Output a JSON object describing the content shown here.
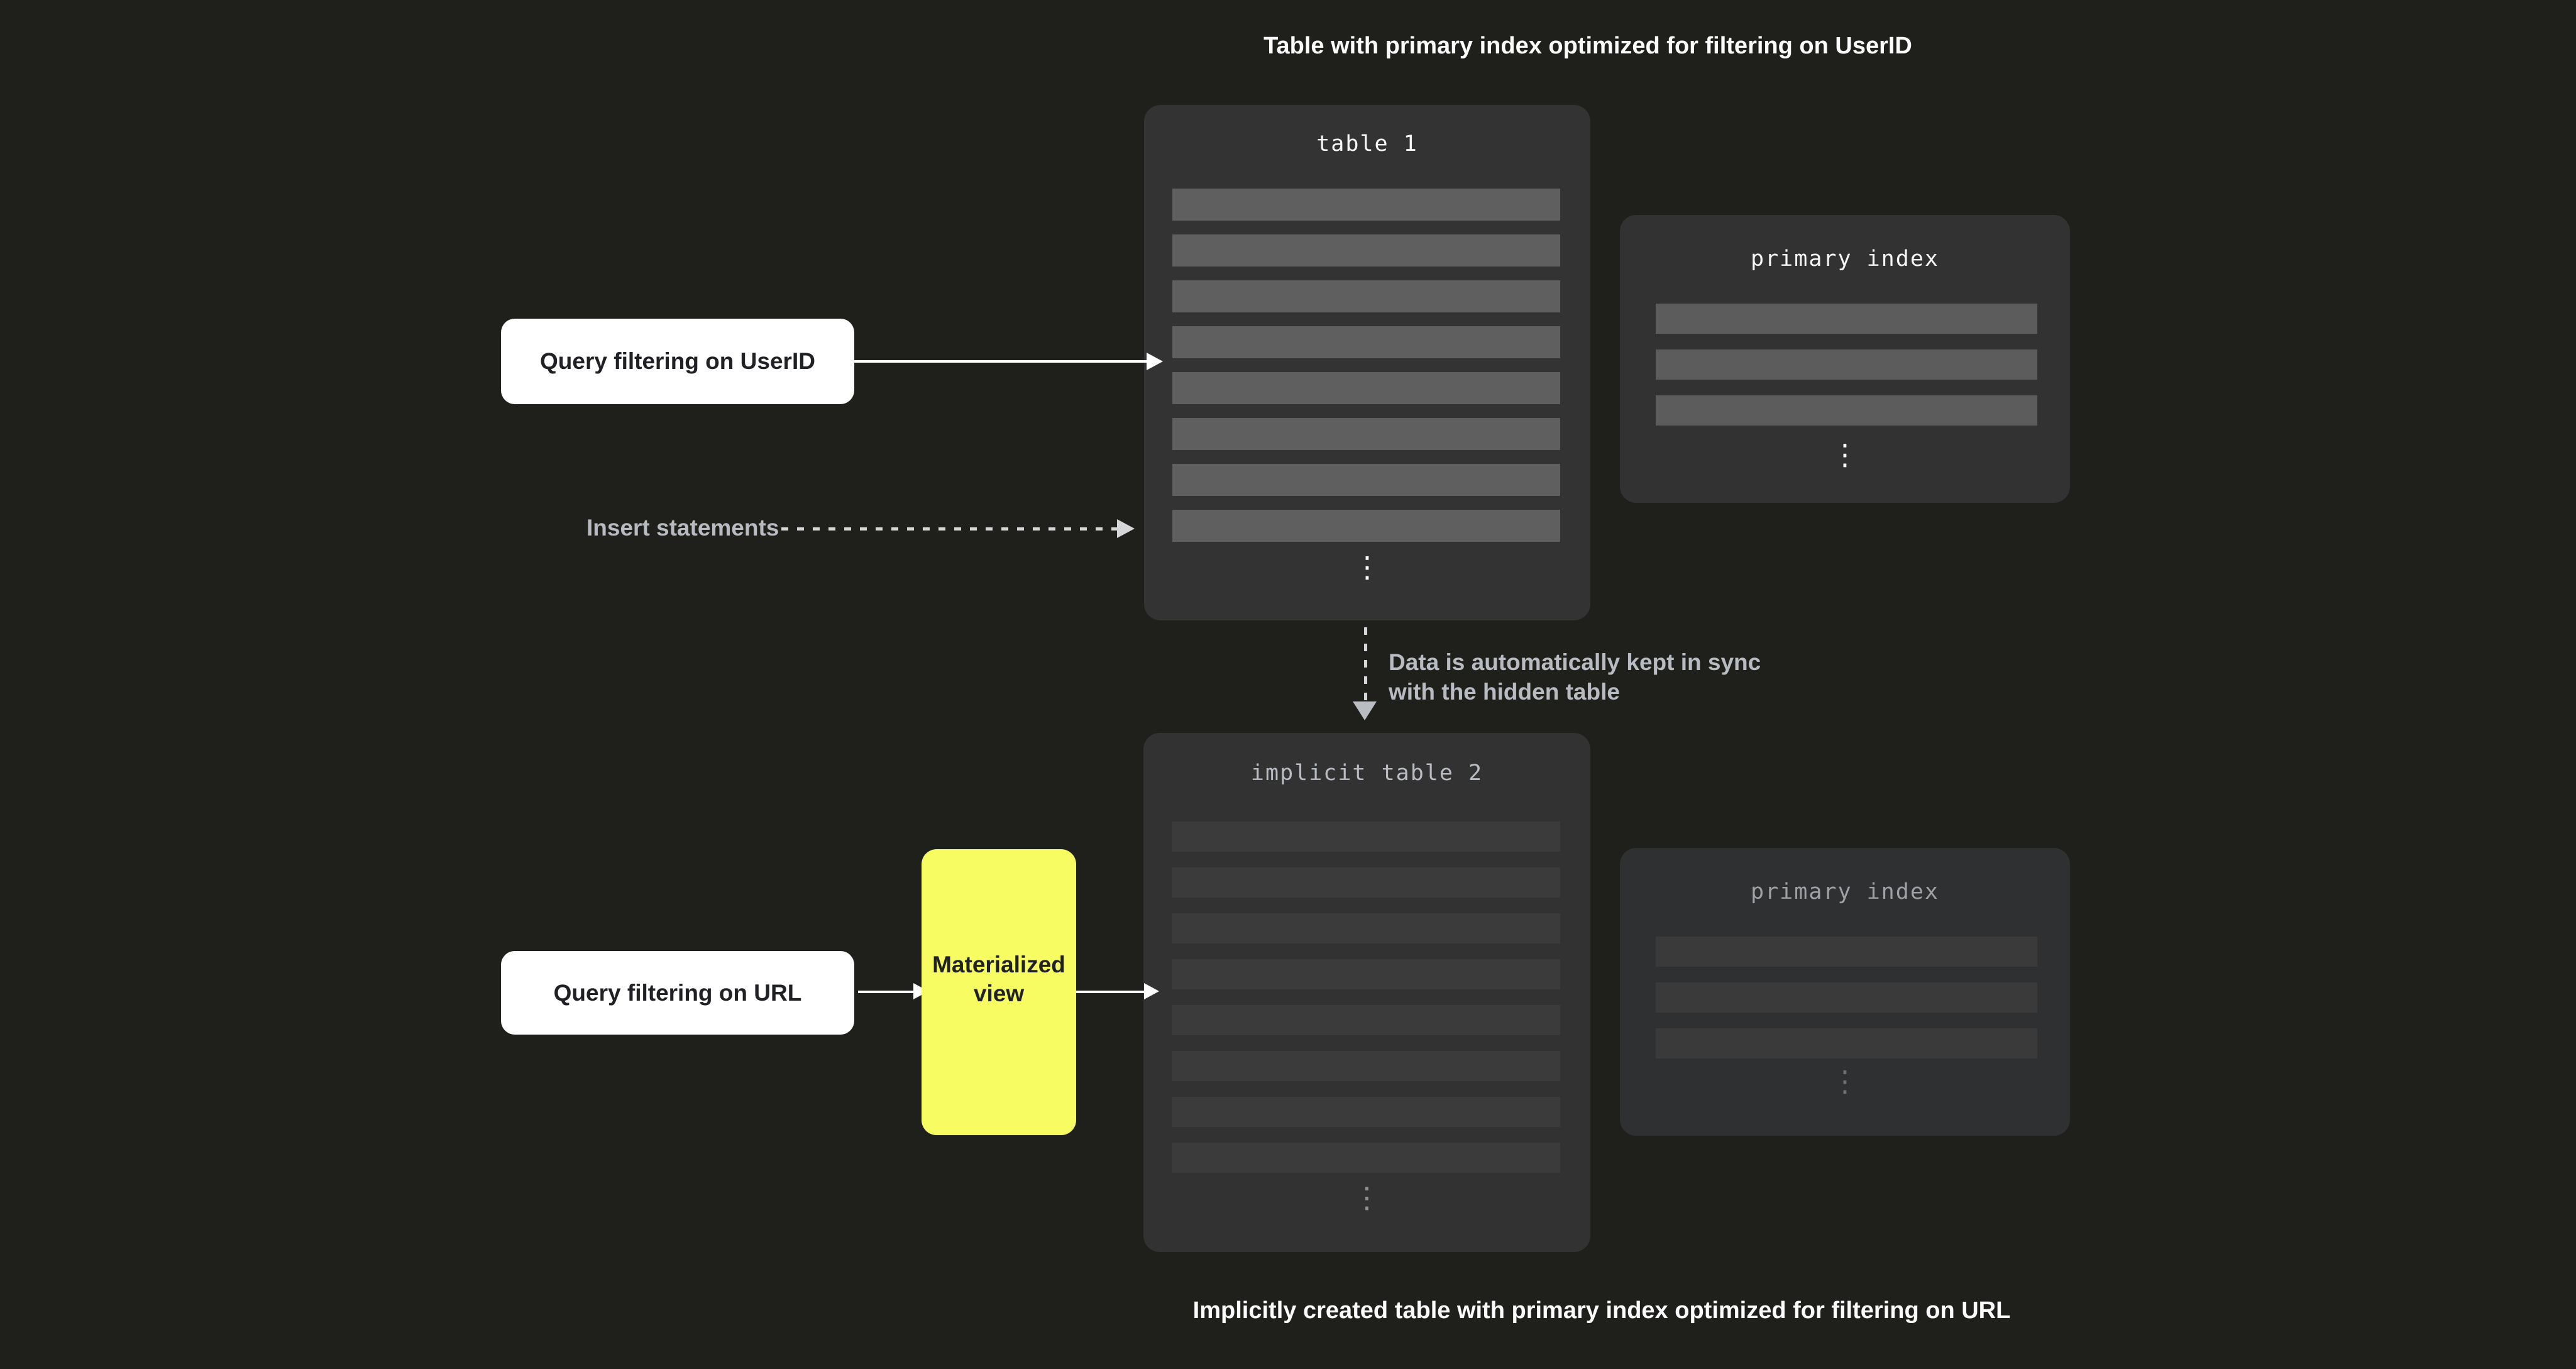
{
  "diagram": {
    "top": {
      "caption": "Table with primary index optimized for filtering on UserID",
      "table1": {
        "title": "table 1",
        "row_count": 8,
        "ellipsis": "⋮"
      },
      "primary_index": {
        "title": "primary index",
        "row_count": 3,
        "ellipsis": "⋮"
      },
      "query_box_label": "Query filtering on UserID",
      "insert_label": "Insert statements"
    },
    "sync_note": {
      "line1": "Data is automatically kept in sync",
      "line2": "with the hidden table"
    },
    "bottom": {
      "caption": "Implicitly created table with primary index optimized for filtering on URL",
      "table2": {
        "title": "implicit table 2",
        "row_count": 8,
        "ellipsis": "⋮"
      },
      "primary_index": {
        "title": "primary index",
        "row_count": 3,
        "ellipsis": "⋮"
      },
      "query_box_label": "Query filtering on URL",
      "materialized_view": {
        "line1": "Materialized",
        "line2": "view"
      }
    },
    "colors": {
      "background": "#1f201b",
      "panel_dark": "#333333",
      "panel_row_bright": "#5f5f60",
      "panel_row_dim": "#3b3b3c",
      "accent_yellow": "#f8fc63",
      "label_gray": "#b8bbc1",
      "white": "#ffffff"
    }
  }
}
